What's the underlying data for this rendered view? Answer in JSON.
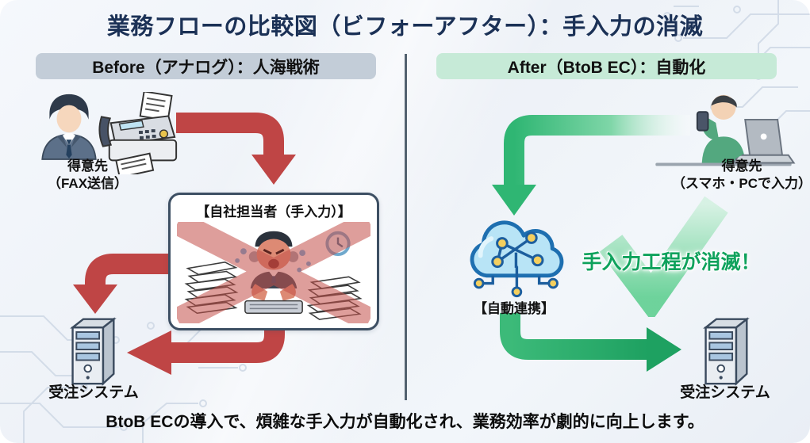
{
  "title": "業務フローの比較図（ビフォーアフター）：手入力の消滅",
  "before": {
    "header": "Before（アナログ）：人海戦術",
    "customer": {
      "line1": "得意先",
      "line2": "（FAX送信）"
    },
    "box_title": "【自社担当者（手入力）】",
    "system_label": "受注システム"
  },
  "after": {
    "header": "After（BtoB EC）：自動化",
    "customer": {
      "line1": "得意先",
      "line2": "（スマホ・PCで入力）"
    },
    "cloud_label": "【自動連携】",
    "highlight": "手入力工程が消滅！",
    "system_label": "受注システム"
  },
  "footer": "BtoB ECの導入で、煩雑な手入力が自動化され、業務効率が劇的に向上します。",
  "colors": {
    "title_navy": "#1b3156",
    "before_header_bg": "#c3cdd8",
    "after_header_bg": "#c6ead7",
    "arrow_red": "#bf4545",
    "arrow_green": "#22a865",
    "highlight_green": "#0fa25c",
    "divider_gray": "#52616f",
    "cloud_blue": "#b8e4f6",
    "node_yellow": "#f4cf5e"
  },
  "icons": {
    "before_customer": "businessman-icon",
    "before_device": "fax-machine-icon",
    "before_worker": "stressed-worker-crossed-out-icon",
    "before_system": "server-icon",
    "after_customer": "person-with-smartphone-laptop-icon",
    "after_link": "cloud-network-icon",
    "after_check": "checkmark-icon",
    "after_system": "server-icon",
    "background": "circuit-pattern"
  }
}
